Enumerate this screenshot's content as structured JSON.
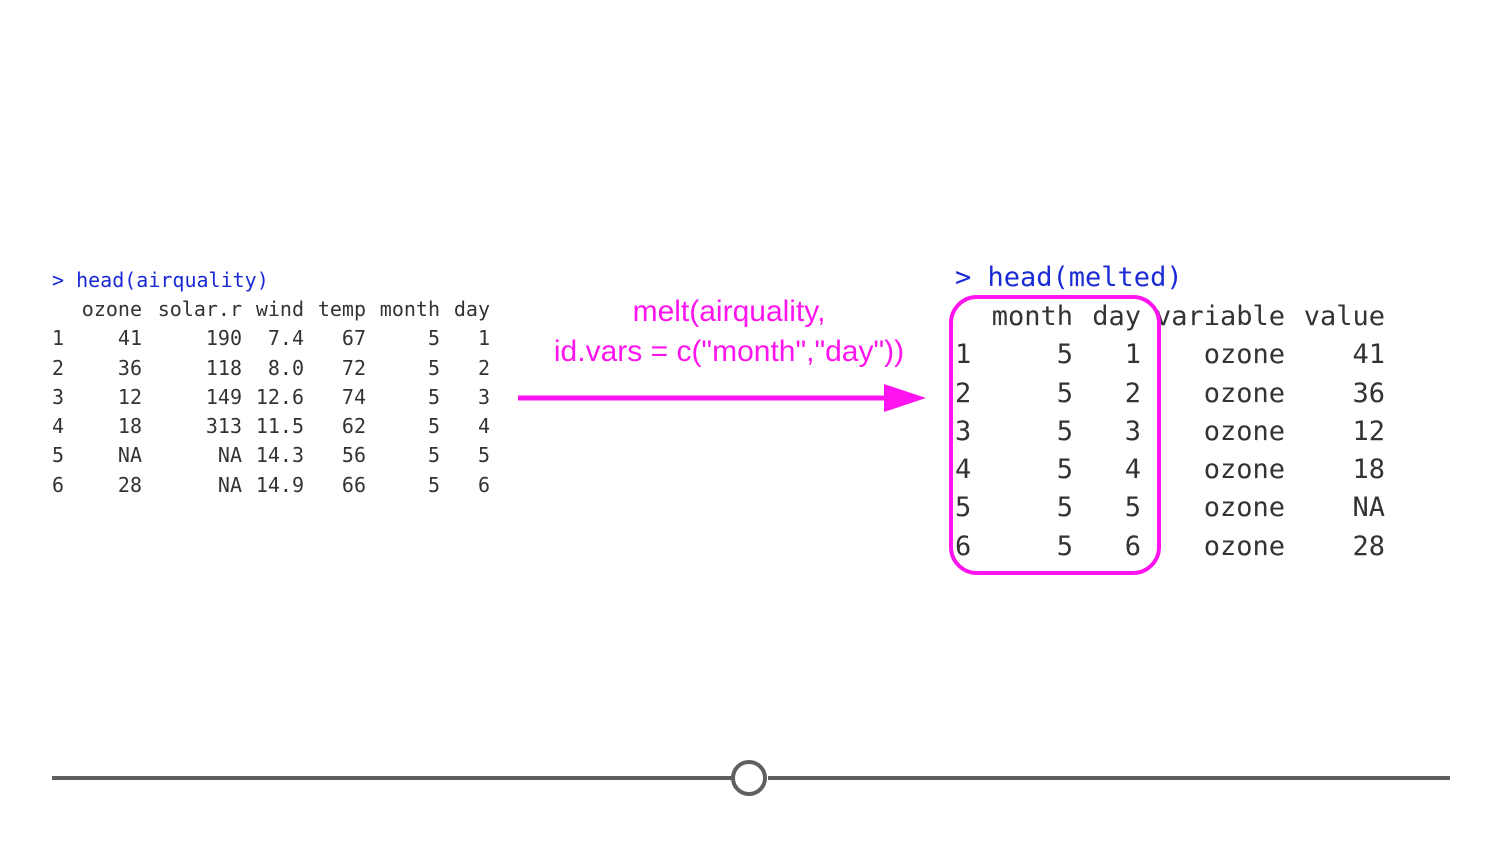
{
  "left": {
    "prompt": "> head(airquality)",
    "columns": [
      "",
      "ozone",
      "solar.r",
      "wind",
      "temp",
      "month",
      "day"
    ],
    "rows": [
      [
        "1",
        "41",
        "190",
        "7.4",
        "67",
        "5",
        "1"
      ],
      [
        "2",
        "36",
        "118",
        "8.0",
        "72",
        "5",
        "2"
      ],
      [
        "3",
        "12",
        "149",
        "12.6",
        "74",
        "5",
        "3"
      ],
      [
        "4",
        "18",
        "313",
        "11.5",
        "62",
        "5",
        "4"
      ],
      [
        "5",
        "NA",
        "NA",
        "14.3",
        "56",
        "5",
        "5"
      ],
      [
        "6",
        "28",
        "NA",
        "14.9",
        "66",
        "5",
        "6"
      ]
    ]
  },
  "command": {
    "line1": "melt(airquality,",
    "line2": "id.vars = c(\"month\",\"day\"))"
  },
  "right": {
    "prompt": "> head(melted)",
    "columns": [
      "",
      "month",
      "day",
      "variable",
      "value"
    ],
    "rows": [
      [
        "1",
        "5",
        "1",
        "ozone",
        "41"
      ],
      [
        "2",
        "5",
        "2",
        "ozone",
        "36"
      ],
      [
        "3",
        "5",
        "3",
        "ozone",
        "12"
      ],
      [
        "4",
        "5",
        "4",
        "ozone",
        "18"
      ],
      [
        "5",
        "5",
        "5",
        "ozone",
        "NA"
      ],
      [
        "6",
        "5",
        "6",
        "ozone",
        "28"
      ]
    ]
  },
  "colors": {
    "highlight": "#ff14f0",
    "prompt": "#1a2bd6",
    "slider": "#5f5f5f"
  },
  "slider": {
    "position": 0.5
  }
}
